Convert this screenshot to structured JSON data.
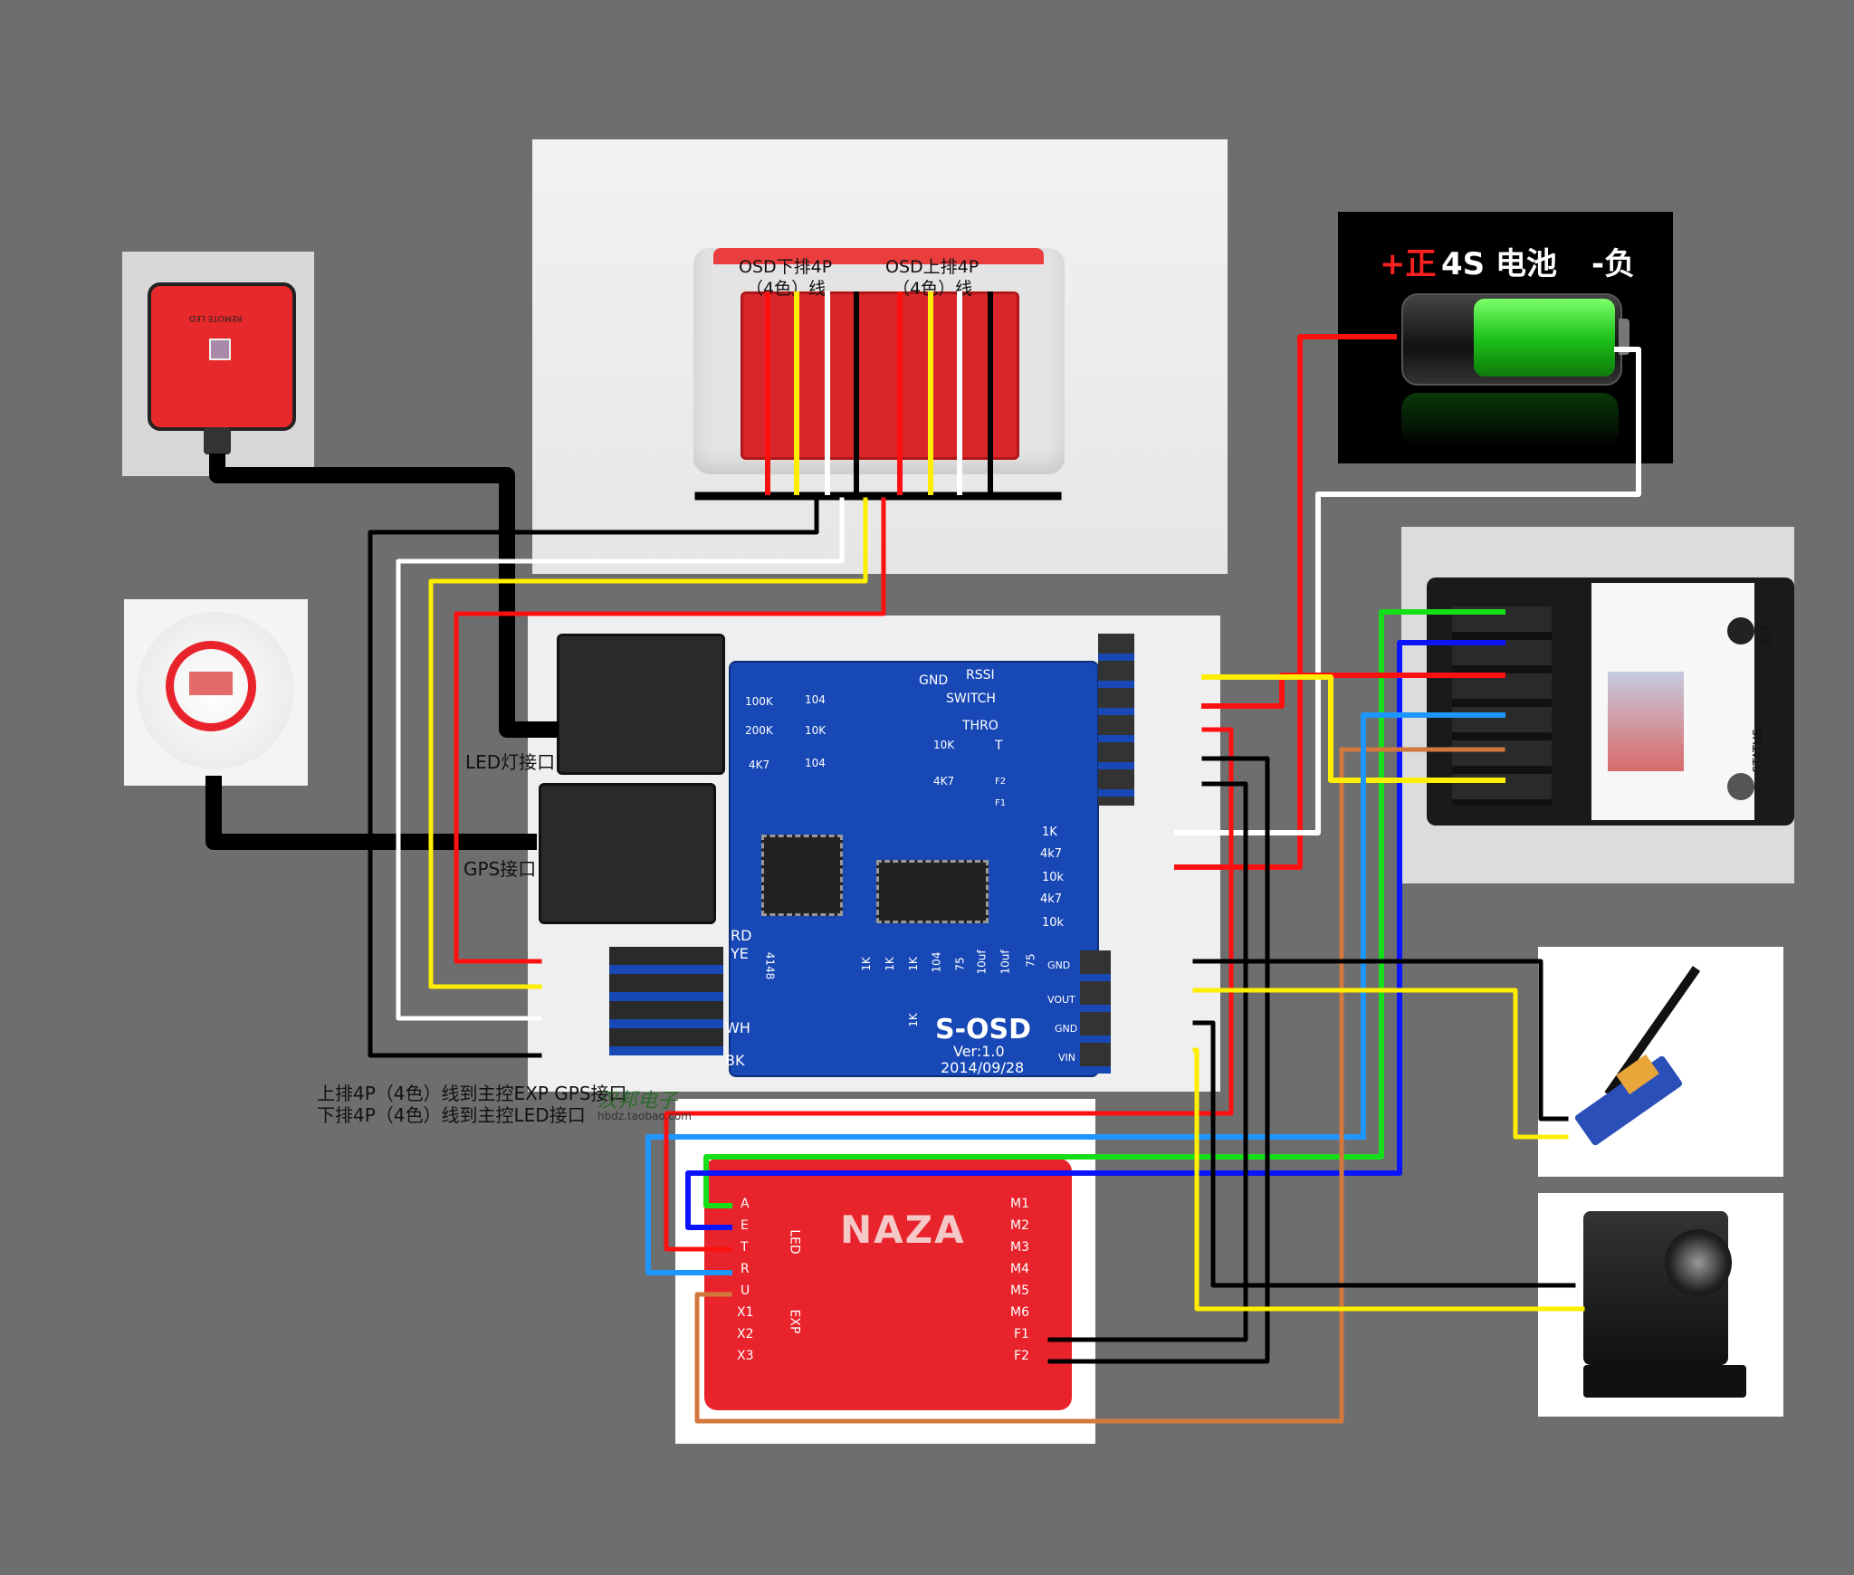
{
  "connector": {
    "label_left_line1": "OSD下排4P",
    "label_left_line2": "（4色）线",
    "label_right_line1": "OSD上排4P",
    "label_right_line2": "（4色）线"
  },
  "battery": {
    "plus_label": "+正",
    "name_label": "4S  电池",
    "minus_label": "-负"
  },
  "receiver": {
    "set_label": "SET",
    "status_label": "STATUS"
  },
  "gps_led_module": {
    "text": "REMOTE LED"
  },
  "board": {
    "title": "S-OSD",
    "version": "Ver:1.0",
    "date": "2014/09/28",
    "pin_labels": [
      "GND",
      "RSSI",
      "SWITCH",
      "THRO",
      "T",
      "F2",
      "F1"
    ],
    "side_labels": [
      "RD",
      "YE",
      "WH",
      "BK"
    ],
    "right_labels": [
      "1K",
      "4k7",
      "10k",
      "4k7",
      "10k",
      "GND",
      "VOUT",
      "GND",
      "VIN"
    ],
    "resistor_labels": [
      "100K",
      "200K",
      "4K7",
      "104",
      "10K",
      "104",
      "10K",
      "4K7"
    ],
    "bottom_labels": [
      "4148",
      "1K",
      "1K",
      "1K",
      "104",
      "75",
      "10uf",
      "10uf",
      "75",
      "1K"
    ],
    "led_port_label": "LED灯接口",
    "gps_port_label": "GPS接口"
  },
  "notes": {
    "line1": "上排4P（4色）线到主控EXP  GPS接口",
    "line2": "下排4P（4色）线到主控LED接口",
    "watermark": "汉邦电子",
    "watermark_url": "hbdz.taobao.com"
  },
  "naza": {
    "title": "NAZA",
    "left_pins": [
      "A",
      "E",
      "T",
      "R",
      "U",
      "X1",
      "X2",
      "X3"
    ],
    "right_pins": [
      "M1",
      "M2",
      "M3",
      "M4",
      "M5",
      "M6",
      "F1",
      "F2"
    ],
    "led_label": "LED",
    "exp_label": "EXP"
  },
  "colors": {
    "red": "#ff1010",
    "yellow": "#ffee00",
    "white": "#ffffff",
    "black": "#000000",
    "green": "#14e01a",
    "blue": "#0a14ff",
    "light_blue": "#1e96ff",
    "orange": "#d2783c",
    "board_blue": "#1748b5",
    "naza_red": "#e8232b"
  }
}
